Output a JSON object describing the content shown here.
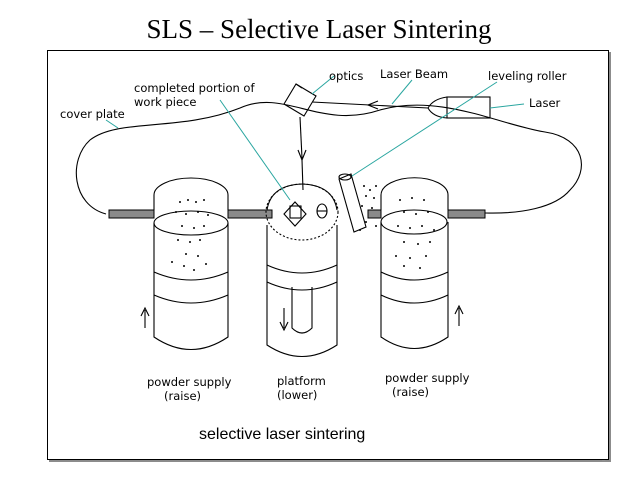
{
  "slide": {
    "title": "SLS – Selective Laser Sintering",
    "page_marker": "–"
  },
  "diagram": {
    "caption": "selective laser sintering",
    "labels": {
      "optics": "optics",
      "laser_beam": "Laser Beam",
      "leveling_roller": "leveling roller",
      "laser": "Laser",
      "completed_portion_line1": "completed portion of",
      "completed_portion_line2": "work piece",
      "cover_plate": "cover plate",
      "powder_supply_left_line1": "powder supply",
      "powder_supply_left_line2": "(raise)",
      "platform_line1": "platform",
      "platform_line2": "(lower)",
      "powder_supply_right_line1": "powder supply",
      "powder_supply_right_line2": "(raise)"
    },
    "colors": {
      "leader_lines": "#2aa6a0",
      "cover_plate_fill": "#8a8a8a",
      "outline": "#000000"
    }
  }
}
